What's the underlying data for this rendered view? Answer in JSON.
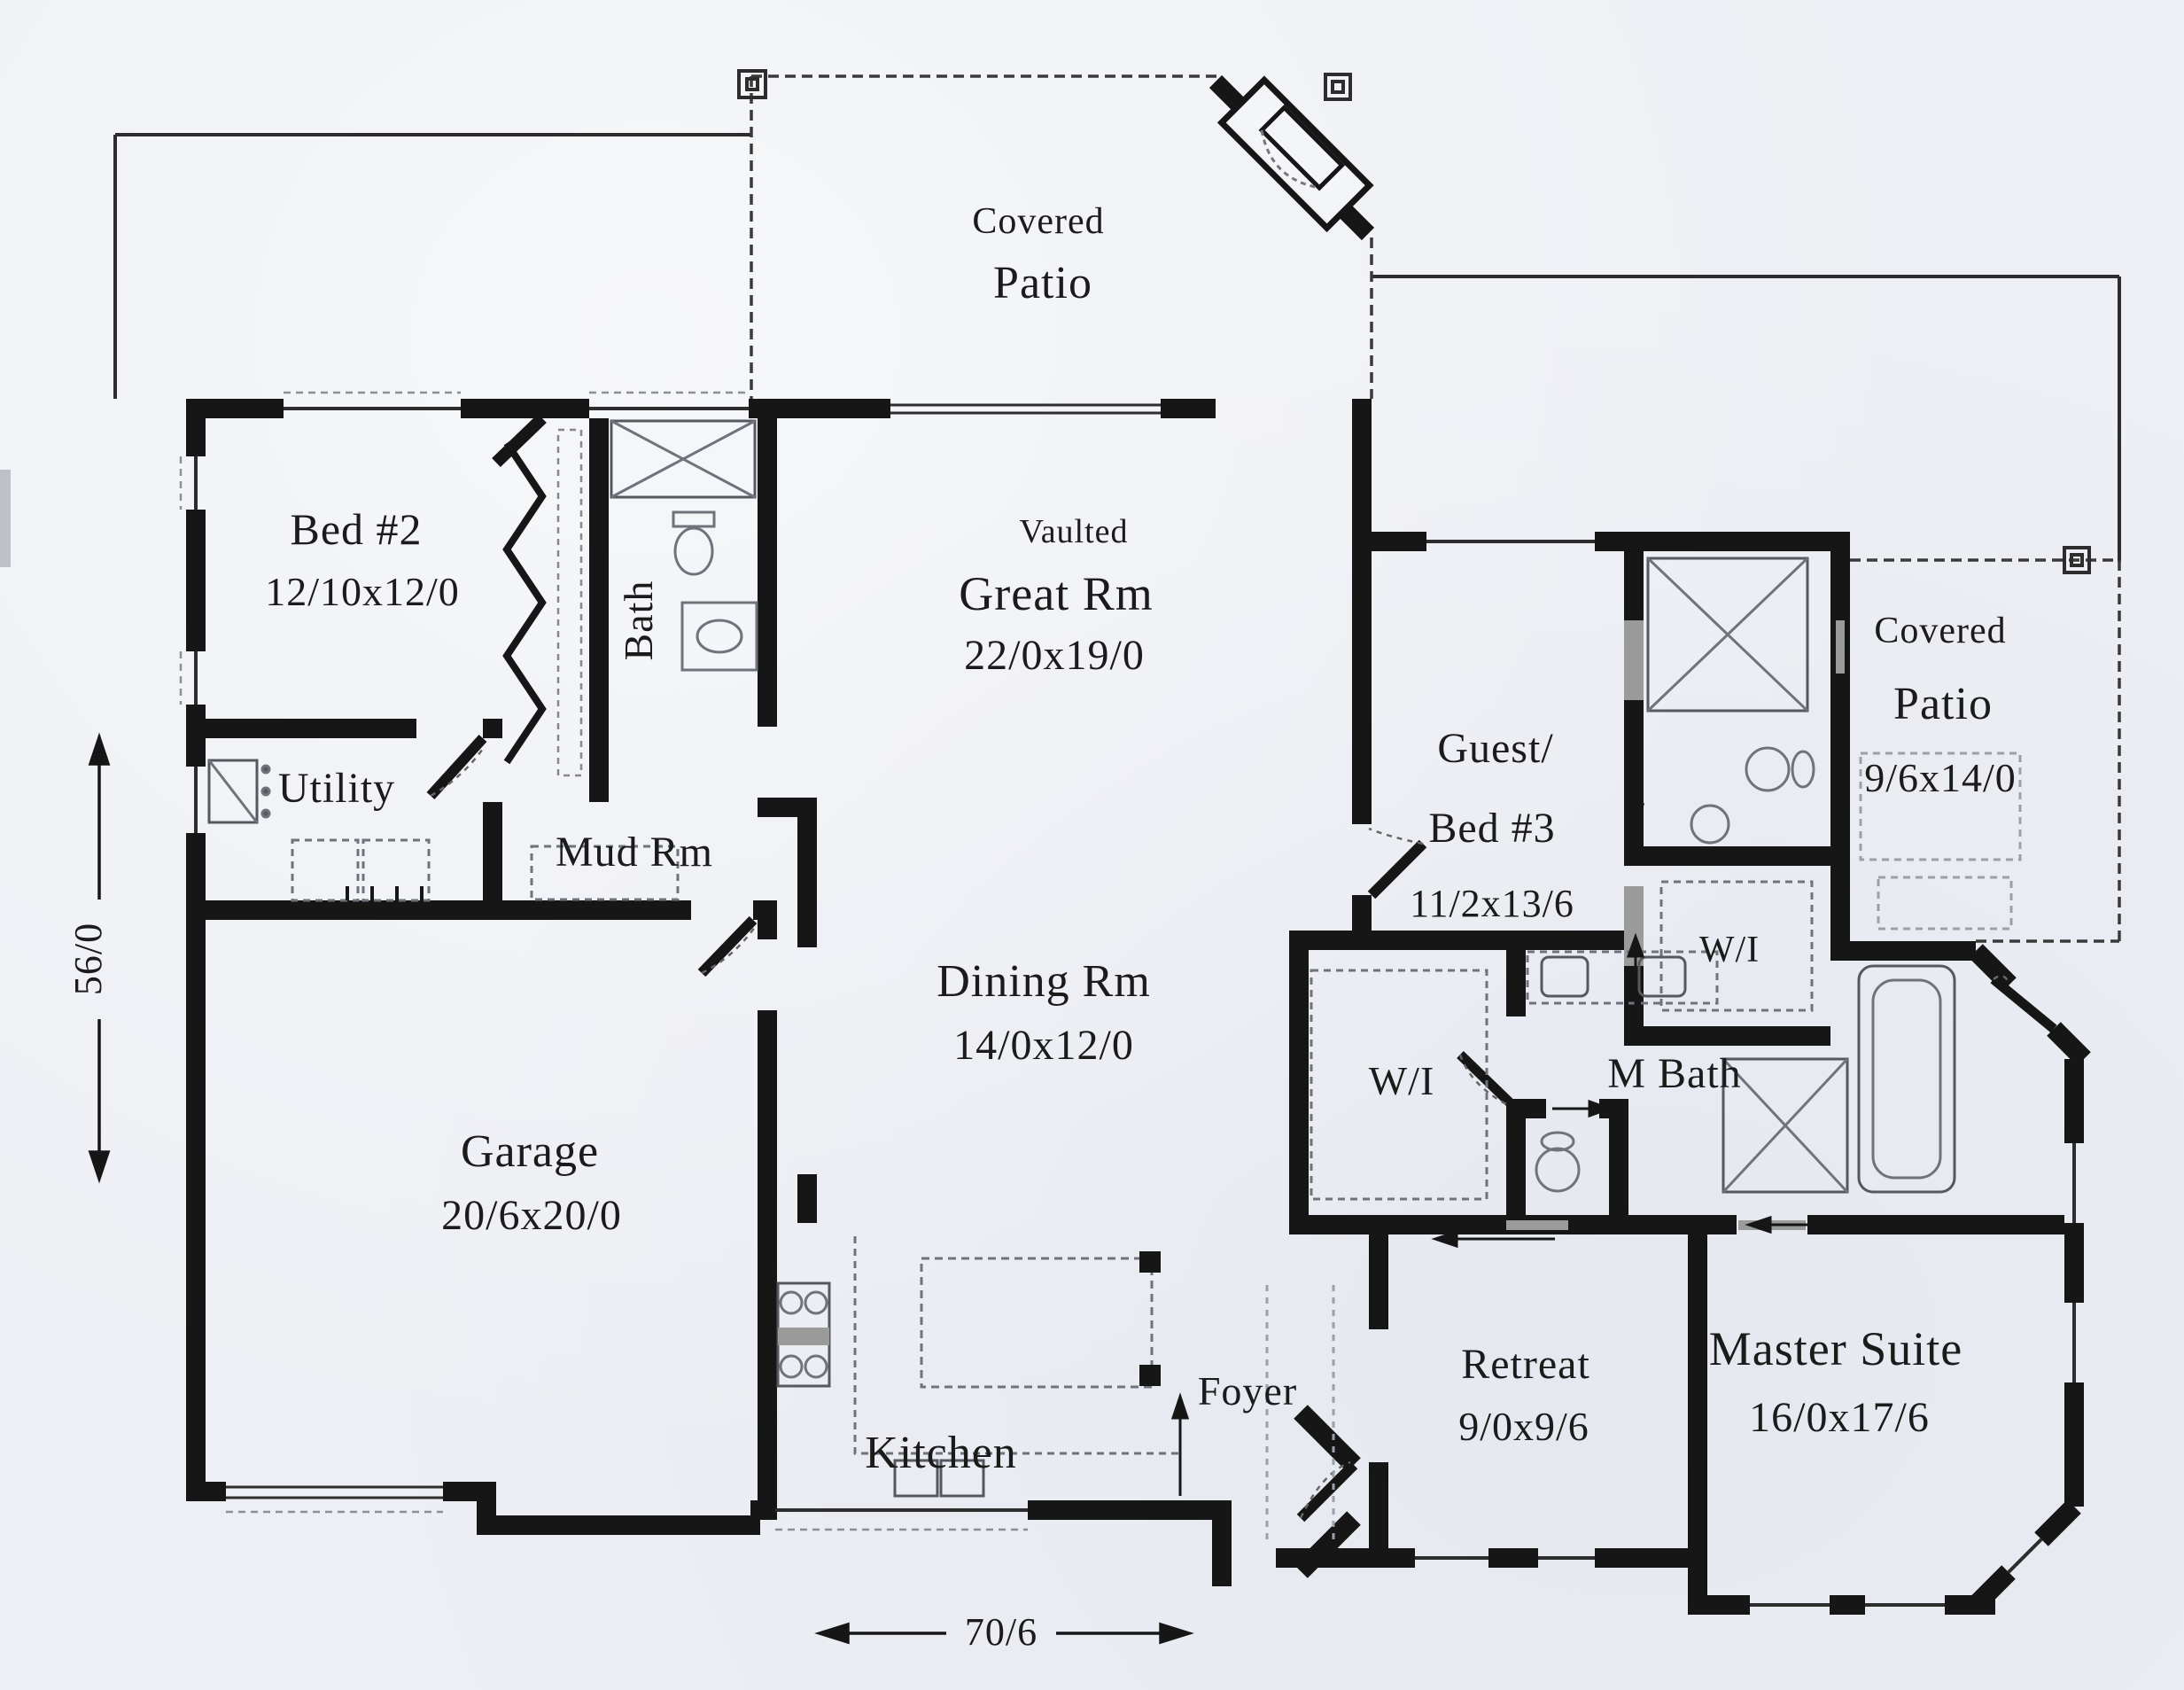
{
  "title": "Single level house floor plan (scanned blueprint)",
  "overall_dimensions": {
    "width_label": "70/6",
    "height_label": "56/0"
  },
  "rooms": {
    "covered_patio_top": {
      "label_line1": "Covered",
      "label_line2": "Patio"
    },
    "bed2": {
      "name": "Bed #2",
      "size": "12/10x12/0"
    },
    "bath": {
      "name": "Bath"
    },
    "great_room": {
      "note": "Vaulted",
      "name": "Great Rm",
      "size": "22/0x19/0"
    },
    "guest_bed3": {
      "name_line1": "Guest/",
      "name_line2": "Bed #3",
      "size": "11/2x13/6"
    },
    "covered_patio_right": {
      "label_line1": "Covered",
      "label_line2": "Patio",
      "size": "9/6x14/0"
    },
    "utility": {
      "name": "Utility"
    },
    "mud_room": {
      "name": "Mud Rm"
    },
    "guest_walkin": {
      "name": "W/I"
    },
    "dining_room": {
      "name": "Dining Rm",
      "size": "14/0x12/0"
    },
    "master_walkin": {
      "name": "W/I"
    },
    "master_bath": {
      "name": "M Bath"
    },
    "garage": {
      "name": "Garage",
      "size": "20/6x20/0"
    },
    "master_suite": {
      "name": "Master Suite",
      "size": "16/0x17/6"
    },
    "foyer": {
      "name": "Foyer"
    },
    "kitchen": {
      "name": "Kitchen"
    },
    "retreat": {
      "name": "Retreat",
      "size": "9/0x9/6"
    }
  },
  "colors": {
    "paper": "#edeff4",
    "wall": "#161616",
    "thin_line": "#2d2d2d"
  }
}
